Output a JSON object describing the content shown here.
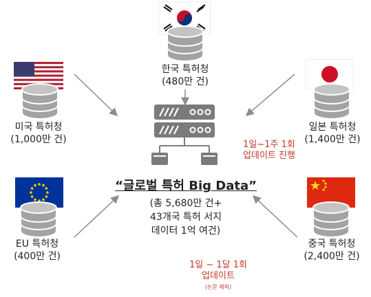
{
  "offices": {
    "korea": {
      "name": "한국 특허청",
      "count": "(480만 건)"
    },
    "usa": {
      "name": "미국 특허청",
      "count": "(1,000만 건)"
    },
    "japan": {
      "name": "일본 특허청",
      "count": "(1,400만 건)"
    },
    "eu": {
      "name": "EU 특허청",
      "count": "(400만 건)"
    },
    "china": {
      "name": "중국 특허청",
      "count": "(2,400만 건)"
    }
  },
  "center": {
    "title": "“글로벌 특허 Big Data”",
    "line1": "(총 5,680만 건+",
    "line2": "43개국 특허 서지",
    "line3": "데이터 1억 여건)"
  },
  "notes": {
    "weekly_line1": "1일~1주 1회",
    "weekly_line2": "업데이트 진행",
    "monthly_line1": "1일 ~ 1달 1회",
    "monthly_line2": "업데이트",
    "monthly_small": "(논문 제외)"
  },
  "colors": {
    "arrow": "#8c8c8c",
    "note_red": "#c0392b",
    "db_gray": "#9e9e9e"
  }
}
